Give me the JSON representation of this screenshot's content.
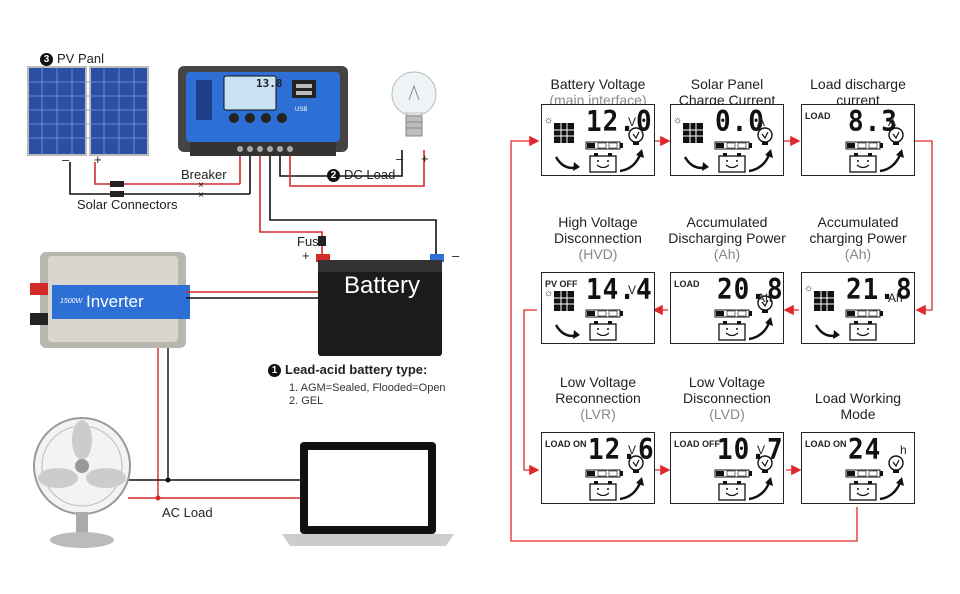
{
  "left": {
    "pv_panel": {
      "num": "3",
      "text": "PV Panl",
      "minus": "–",
      "plus": "+"
    },
    "dc_load": {
      "num": "2",
      "text": "DC Load",
      "minus": "–",
      "plus": "+"
    },
    "breaker": "Breaker",
    "solar_connectors": "Solar Connectors",
    "fuse": "Fuse",
    "battery": {
      "text": "Battery",
      "plus": "+",
      "minus": "–"
    },
    "inverter": {
      "text": "Inverter",
      "badge": "1500W"
    },
    "controller": {
      "display": "13.8",
      "usb": "USB"
    },
    "battery_type": {
      "num": "1",
      "title": "Lead-acid battery type:",
      "lines": [
        "1. AGM=Sealed, Flooded=Open",
        "2. GEL"
      ]
    },
    "ac_load": "AC Load"
  },
  "panels": [
    {
      "title": [
        "Battery Voltage"
      ],
      "sub": [
        "(main interface)"
      ],
      "digits": "12.0",
      "unit": "V",
      "tag": "",
      "sun": true,
      "solar": true,
      "bulb": true
    },
    {
      "title": [
        "Solar Panel",
        "Charge Current"
      ],
      "sub": [],
      "digits": "0.0",
      "unit": "A",
      "tag": "",
      "sun": true,
      "solar": true,
      "bulb": true
    },
    {
      "title": [
        "Load discharge",
        "current"
      ],
      "sub": [],
      "digits": "8.3",
      "unit": "A",
      "tag": "LOAD",
      "sun": false,
      "solar": false,
      "bulb": true
    },
    {
      "title": [
        "High Voltage",
        "Disconnection"
      ],
      "sub": [
        "(HVD)"
      ],
      "digits": "14.4",
      "unit": "V",
      "tag": "PV OFF",
      "sun": true,
      "solar": true,
      "bulb": false
    },
    {
      "title": [
        "Accumulated",
        "Discharging Power"
      ],
      "sub": [
        "(Ah)"
      ],
      "digits": "20.8",
      "unit": "Ah",
      "tag": "LOAD",
      "sun": false,
      "solar": false,
      "bulb": true
    },
    {
      "title": [
        "Accumulated",
        "charging Power"
      ],
      "sub": [
        "(Ah)"
      ],
      "digits": "21.8",
      "unit": "Ah",
      "tag": "",
      "sun": true,
      "solar": true,
      "bulb": false
    },
    {
      "title": [
        "Low Voltage",
        "Reconnection"
      ],
      "sub": [
        "(LVR)"
      ],
      "digits": "12.6",
      "unit": "V",
      "tag": "LOAD ON",
      "sun": false,
      "solar": false,
      "bulb": true
    },
    {
      "title": [
        "Low Voltage",
        "Disconnection"
      ],
      "sub": [
        "(LVD)"
      ],
      "digits": "10.7",
      "unit": "V",
      "tag": "LOAD OFF",
      "sun": false,
      "solar": false,
      "bulb": true
    },
    {
      "title": [
        "Load Working",
        "Mode"
      ],
      "sub": [],
      "digits": "24",
      "unit": "h",
      "tag": "LOAD ON",
      "sun": false,
      "solar": false,
      "bulb": true
    }
  ],
  "colors": {
    "wire_red": "#d42a2a",
    "wire_black": "#111111",
    "controller_blue": "#2e6fd6",
    "arrow_red": "#e0282b"
  }
}
